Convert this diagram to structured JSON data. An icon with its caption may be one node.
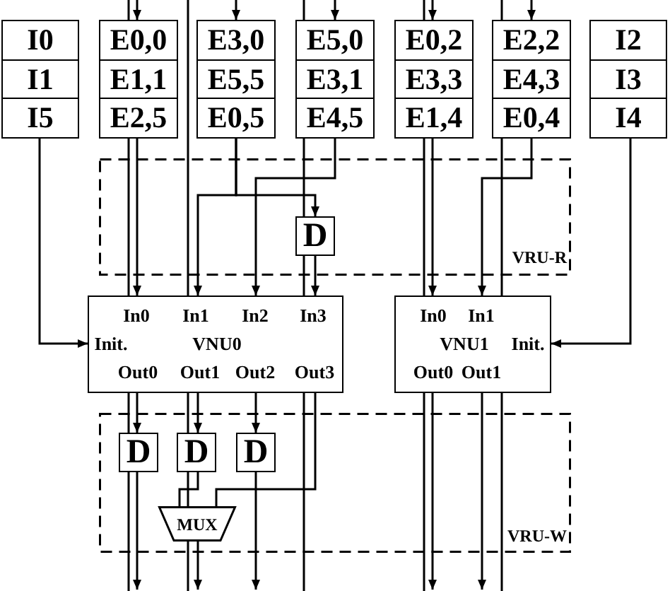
{
  "diagram": {
    "nodes": [
      {
        "text": [
          "I0",
          "I1",
          "I5"
        ]
      },
      {
        "text": [
          "E0,0",
          "E1,1",
          "E2,5"
        ]
      },
      {
        "text": [
          "E3,0",
          "E5,5",
          "E0,5"
        ]
      },
      {
        "text": [
          "E5,0",
          "E3,1",
          "E4,5"
        ]
      },
      {
        "text": [
          "E0,2",
          "E3,3",
          "E1,4"
        ]
      },
      {
        "text": [
          "E2,2",
          "E4,3",
          "E0,4"
        ]
      },
      {
        "text": [
          "I2",
          "I3",
          "I4"
        ]
      },
      {
        "text": [
          "VRU-R"
        ]
      },
      {
        "text": [
          "D"
        ],
        "in": 7
      },
      {
        "text": [
          "In0",
          "In1",
          "In2",
          "In3",
          "Init.",
          "VNU0",
          "Out0",
          "Out1",
          "Out2",
          "Out3"
        ]
      },
      {
        "text": [
          "In0",
          "In1",
          "VNU1",
          "Init.",
          "Out0",
          "Out1"
        ]
      },
      {
        "text": [
          "VRU-W"
        ]
      },
      {
        "text": [
          "D"
        ],
        "in": 11
      },
      {
        "text": [
          "D"
        ],
        "in": 11
      },
      {
        "text": [
          "D"
        ],
        "in": 11
      },
      {
        "text": [
          "MUX"
        ],
        "in": 11
      }
    ],
    "edges": [
      {
        "from": null,
        "to": 1,
        "arrow": "to"
      },
      {
        "from": null,
        "to": 2,
        "arrow": "to"
      },
      {
        "from": null,
        "to": 3,
        "arrow": "to"
      },
      {
        "from": null,
        "to": 4,
        "arrow": "to"
      },
      {
        "from": null,
        "to": 5,
        "arrow": "to"
      },
      {
        "from": 0,
        "to": 9,
        "arrow": "to"
      },
      {
        "from": 1,
        "to": 9,
        "arrow": "to"
      },
      {
        "from": 2,
        "to": 9,
        "arrow": "to"
      },
      {
        "from": 2,
        "to": 8,
        "arrow": "to"
      },
      {
        "from": 3,
        "to": 9,
        "arrow": "to"
      },
      {
        "from": 8,
        "to": 9,
        "arrow": "to"
      },
      {
        "from": 4,
        "to": 10,
        "arrow": "to"
      },
      {
        "from": 5,
        "to": 10,
        "arrow": "to"
      },
      {
        "from": 6,
        "to": 10,
        "arrow": "to"
      },
      {
        "from": 9,
        "to": 12,
        "arrow": "to"
      },
      {
        "from": 9,
        "to": 13,
        "arrow": "to"
      },
      {
        "from": 9,
        "to": 14,
        "arrow": "to"
      },
      {
        "from": 9,
        "to": 15,
        "arrow": "none"
      },
      {
        "from": 13,
        "to": 15,
        "arrow": "none"
      },
      {
        "from": 12,
        "to": null,
        "arrow": "to"
      },
      {
        "from": 15,
        "to": null,
        "arrow": "to"
      },
      {
        "from": 14,
        "to": null,
        "arrow": "to"
      },
      {
        "from": 10,
        "to": null,
        "arrow": "to"
      },
      {
        "from": 10,
        "to": null,
        "arrow": "to"
      }
    ]
  }
}
